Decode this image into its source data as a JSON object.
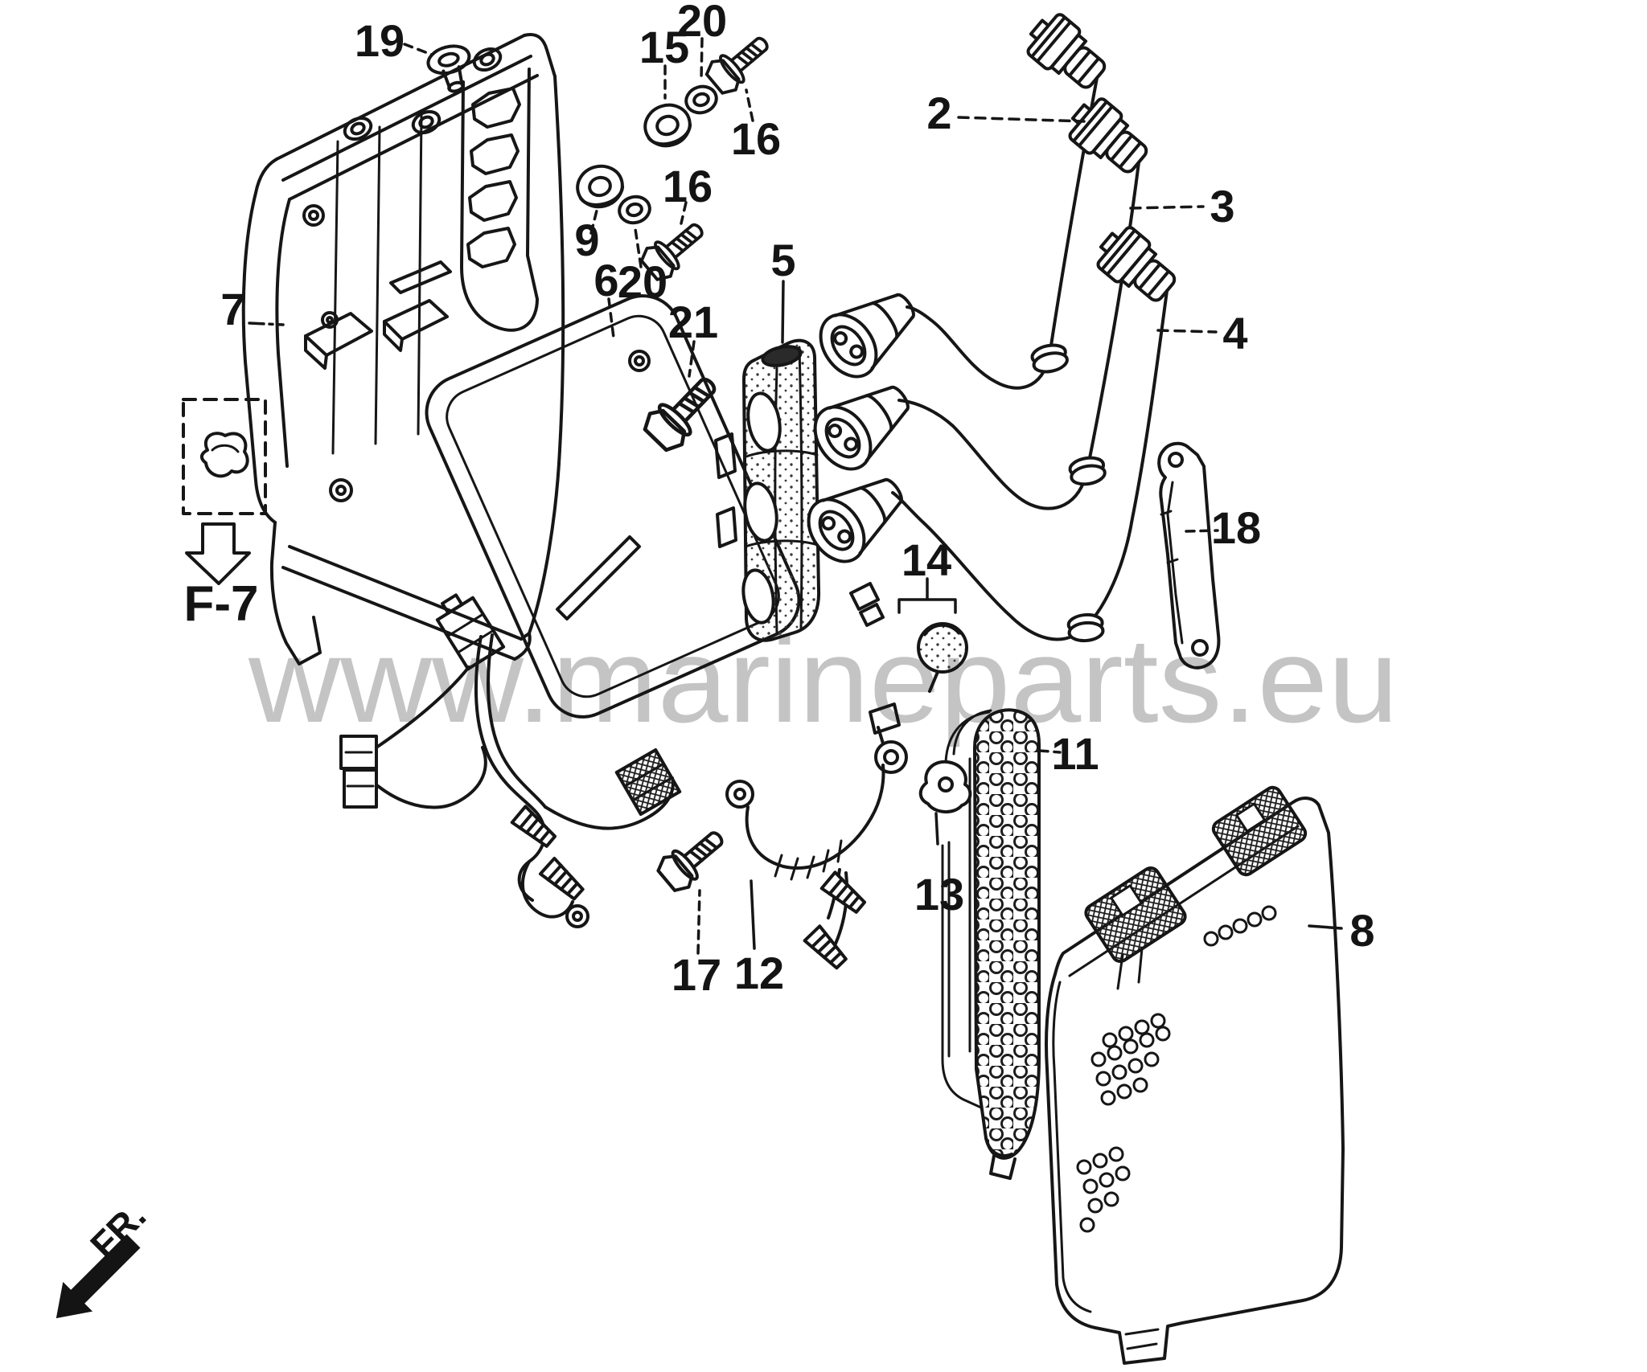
{
  "diagram": {
    "watermark_text": "www.marineparts.eu",
    "orientation_label": "FR.",
    "frame_reference": "F-7",
    "line_color": "#161616",
    "watermark_color": "#c4c4c4",
    "callouts": [
      {
        "label": "19"
      },
      {
        "label": "15"
      },
      {
        "label": "20"
      },
      {
        "label": "16"
      },
      {
        "label": "2"
      },
      {
        "label": "9"
      },
      {
        "label": "16"
      },
      {
        "label": "6"
      },
      {
        "label": "20"
      },
      {
        "label": "21"
      },
      {
        "label": "5"
      },
      {
        "label": "3"
      },
      {
        "label": "4"
      },
      {
        "label": "7"
      },
      {
        "label": "18"
      },
      {
        "label": "14"
      },
      {
        "label": "11"
      },
      {
        "label": "13"
      },
      {
        "label": "12"
      },
      {
        "label": "17"
      },
      {
        "label": "8"
      }
    ]
  }
}
